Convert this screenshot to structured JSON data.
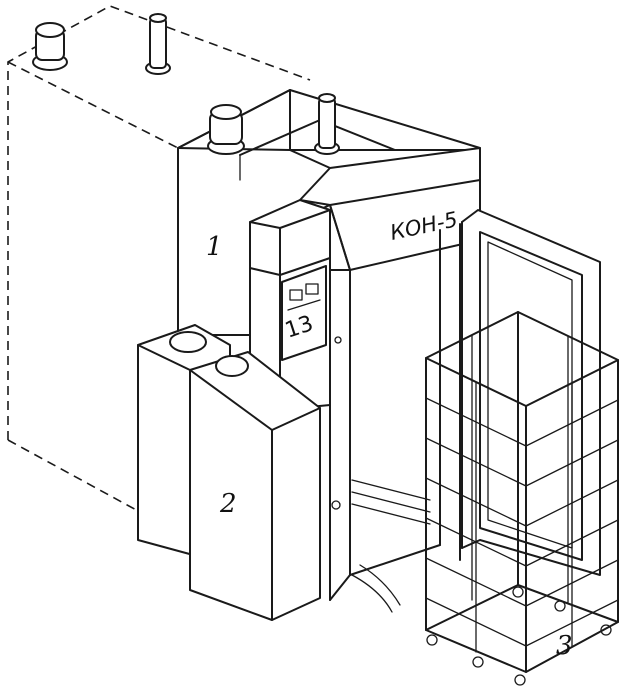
{
  "diagram": {
    "model_label": "КОН-5",
    "callouts": [
      {
        "id": "1",
        "text": "1"
      },
      {
        "id": "2",
        "text": "2"
      },
      {
        "id": "3",
        "text": "3"
      }
    ],
    "panel_mark": "13"
  }
}
